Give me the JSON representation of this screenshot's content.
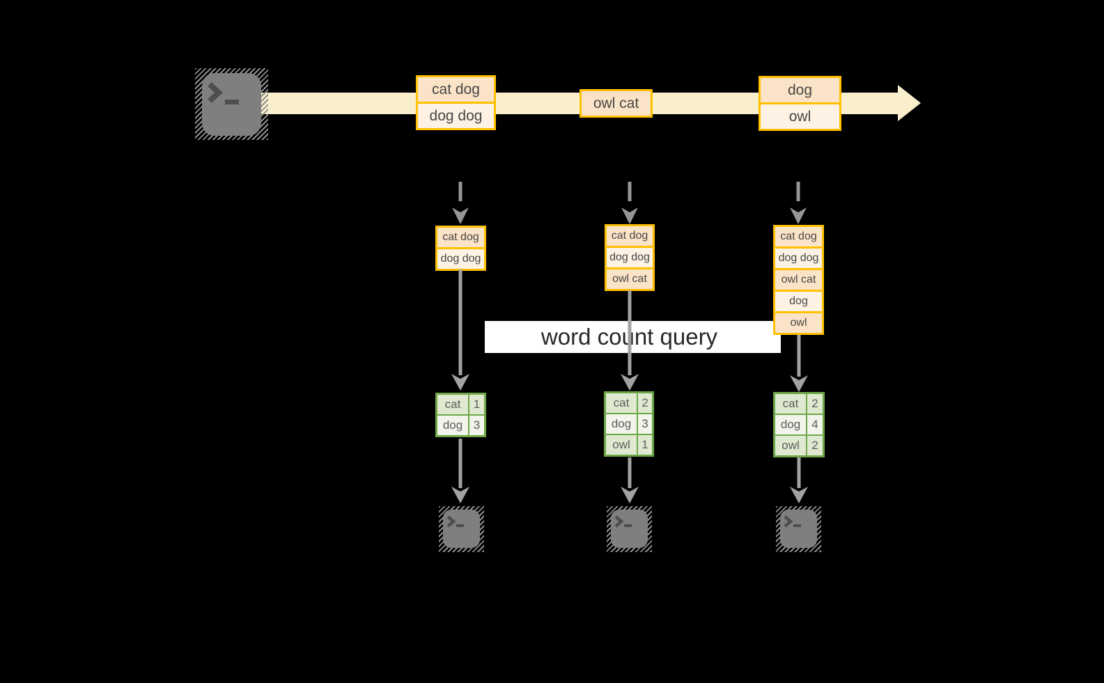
{
  "palette": {
    "background": "#000000",
    "stream_band": "#faefcd",
    "event_border": "#ffc000",
    "event_fill_dark": "#fbe3c7",
    "event_fill_light": "#fdf2e3",
    "table_border": "#6ea747",
    "table_fill_dark": "#dfe9d0",
    "table_fill_light": "#f1f5ec",
    "arrow_gray": "#a2a2a2",
    "dashed_arrow_gray": "#969696",
    "terminal_gray": "#7f7f7f",
    "terminal_glyph_gray": "#4e4e4e",
    "banner_bg": "#ffffff",
    "text_dark": "#474747"
  },
  "stream": {
    "events": [
      {
        "rows": [
          "cat dog",
          "dog dog"
        ]
      },
      {
        "rows": [
          "owl cat"
        ]
      },
      {
        "rows": [
          "dog",
          "owl"
        ]
      }
    ]
  },
  "query": {
    "label": "word count query"
  },
  "columns": [
    {
      "buffer": [
        "cat dog",
        "dog dog"
      ],
      "counts": [
        {
          "word": "cat",
          "value": "1"
        },
        {
          "word": "dog",
          "value": "3"
        }
      ]
    },
    {
      "buffer": [
        "cat dog",
        "dog dog",
        "owl cat"
      ],
      "counts": [
        {
          "word": "cat",
          "value": "2"
        },
        {
          "word": "dog",
          "value": "3"
        },
        {
          "word": "owl",
          "value": "1"
        }
      ]
    },
    {
      "buffer": [
        "cat dog",
        "dog dog",
        "owl cat",
        "dog",
        "owl"
      ],
      "counts": [
        {
          "word": "cat",
          "value": "2"
        },
        {
          "word": "dog",
          "value": "4"
        },
        {
          "word": "owl",
          "value": "2"
        }
      ]
    }
  ]
}
